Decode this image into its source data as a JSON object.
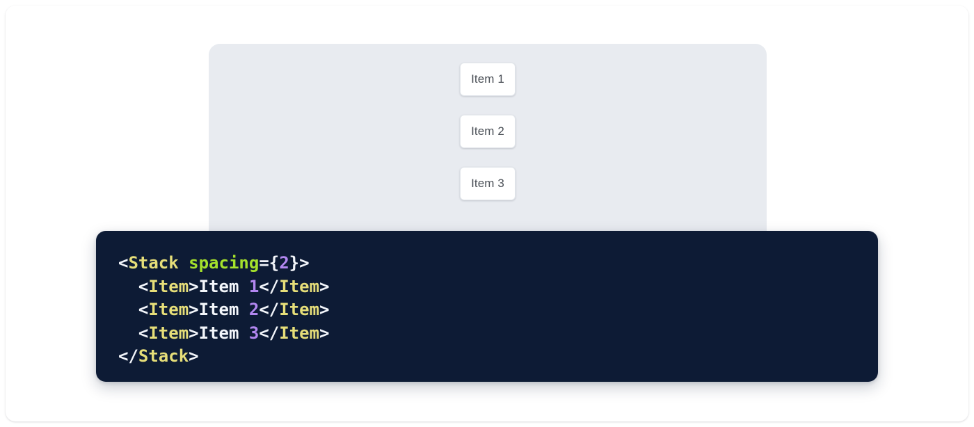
{
  "preview": {
    "component_name": "Stack",
    "items": [
      {
        "label": "Item 1"
      },
      {
        "label": "Item 2"
      },
      {
        "label": "Item 3"
      }
    ]
  },
  "code": {
    "language": "jsx",
    "lines": [
      {
        "indent": "",
        "tokens": [
          {
            "text": "<",
            "type": "punct"
          },
          {
            "text": "Stack",
            "type": "tag"
          },
          {
            "text": " ",
            "type": "punct"
          },
          {
            "text": "spacing",
            "type": "attr"
          },
          {
            "text": "={",
            "type": "punct"
          },
          {
            "text": "2",
            "type": "num"
          },
          {
            "text": "}>",
            "type": "punct"
          }
        ]
      },
      {
        "indent": "  ",
        "tokens": [
          {
            "text": "<",
            "type": "punct"
          },
          {
            "text": "Item",
            "type": "tag"
          },
          {
            "text": ">",
            "type": "punct"
          },
          {
            "text": "Item ",
            "type": "text"
          },
          {
            "text": "1",
            "type": "num"
          },
          {
            "text": "</",
            "type": "punct"
          },
          {
            "text": "Item",
            "type": "tag"
          },
          {
            "text": ">",
            "type": "punct"
          }
        ]
      },
      {
        "indent": "  ",
        "tokens": [
          {
            "text": "<",
            "type": "punct"
          },
          {
            "text": "Item",
            "type": "tag"
          },
          {
            "text": ">",
            "type": "punct"
          },
          {
            "text": "Item ",
            "type": "text"
          },
          {
            "text": "2",
            "type": "num"
          },
          {
            "text": "</",
            "type": "punct"
          },
          {
            "text": "Item",
            "type": "tag"
          },
          {
            "text": ">",
            "type": "punct"
          }
        ]
      },
      {
        "indent": "  ",
        "tokens": [
          {
            "text": "<",
            "type": "punct"
          },
          {
            "text": "Item",
            "type": "tag"
          },
          {
            "text": ">",
            "type": "punct"
          },
          {
            "text": "Item ",
            "type": "text"
          },
          {
            "text": "3",
            "type": "num"
          },
          {
            "text": "</",
            "type": "punct"
          },
          {
            "text": "Item",
            "type": "tag"
          },
          {
            "text": ">",
            "type": "punct"
          }
        ]
      },
      {
        "indent": "",
        "tokens": [
          {
            "text": "</",
            "type": "punct"
          },
          {
            "text": "Stack",
            "type": "tag"
          },
          {
            "text": ">",
            "type": "punct"
          }
        ]
      }
    ]
  },
  "colors": {
    "page_background": "#ffffff",
    "preview_background": "#e8ebf0",
    "card_background": "#ffffff",
    "card_border": "#e2e6eb",
    "card_text": "#4a4f56",
    "code_background": "#0d1b35",
    "syntax_punct": "#f2f5fa",
    "syntax_tag": "#e6de79",
    "syntax_attr": "#a5e22c",
    "syntax_number": "#b287f0",
    "syntax_text": "#f2f5fa"
  }
}
